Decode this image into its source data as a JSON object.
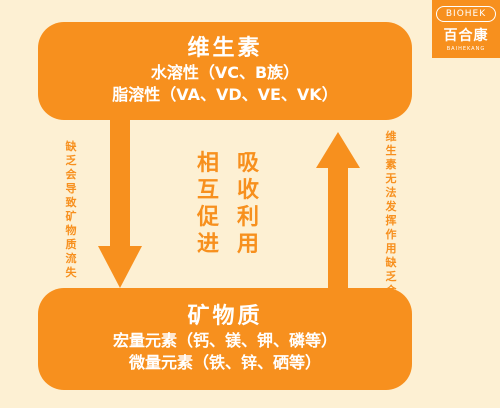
{
  "logo": {
    "brand_en": "BIOHEK",
    "brand_cn": "百合康",
    "pinyin": "BAIHEKANG"
  },
  "top_box": {
    "title": "维生素",
    "line1": "水溶性（VC、B族）",
    "line2": "脂溶性（VA、VD、VE、VK）"
  },
  "bottom_box": {
    "title": "矿物质",
    "line1": "宏量元素（钙、镁、钾、磷等）",
    "line2": "微量元素（铁、锌、硒等）"
  },
  "left_label": "缺乏会导致矿物质流失",
  "right_label": "维生素无法发挥作用缺乏会导致",
  "center_col1": "相互促进",
  "center_col2": "吸收利用",
  "colors": {
    "accent": "#f7901e",
    "background": "#fdf0d3"
  }
}
